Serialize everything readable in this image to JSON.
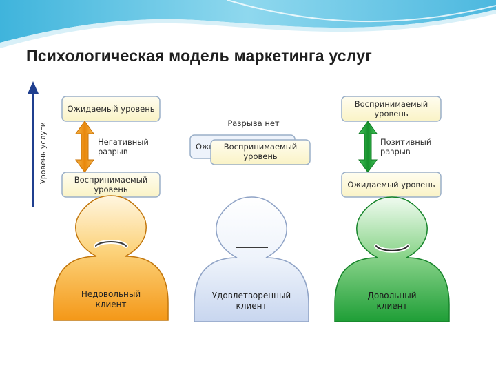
{
  "slide": {
    "title": "Психологическая модель маркетинга услуг"
  },
  "axis": {
    "label": "Уровень услуги"
  },
  "columns": [
    {
      "id": "dissatisfied",
      "top_box": [
        "Ожидаемый уровень"
      ],
      "gap_label": [
        "Негативный",
        "разрыв"
      ],
      "bottom_box": [
        "Воспринимаемый",
        "уровень"
      ],
      "client": [
        "Недовольный",
        "клиент"
      ],
      "mouth": "frown",
      "arrow_color": "#f09a16",
      "head_color": "#f59a1a"
    },
    {
      "id": "satisfied",
      "gap_label": [
        "Разрыва нет"
      ],
      "back_box": [
        "Ожидаемый уровень"
      ],
      "front_box": [
        "Воспринимаемый",
        "уровень"
      ],
      "client": [
        "Удовлетворенный",
        "клиент"
      ],
      "mouth": "neutral",
      "head_color": "#c6d4ee"
    },
    {
      "id": "pleased",
      "top_box": [
        "Воспринимаемый",
        "уровень"
      ],
      "gap_label": [
        "Позитивный",
        "разрыв"
      ],
      "bottom_box": [
        "Ожидаемый уровень"
      ],
      "client": [
        "Довольный",
        "клиент"
      ],
      "mouth": "smile",
      "arrow_color": "#23a23a",
      "head_color": "#23a23a"
    }
  ],
  "colors": {
    "box_fill": "#fcf8d8",
    "box_stroke": "#9aafc8",
    "axis_arrow": "#1f3f8f",
    "banner": "#7fd2ea"
  }
}
